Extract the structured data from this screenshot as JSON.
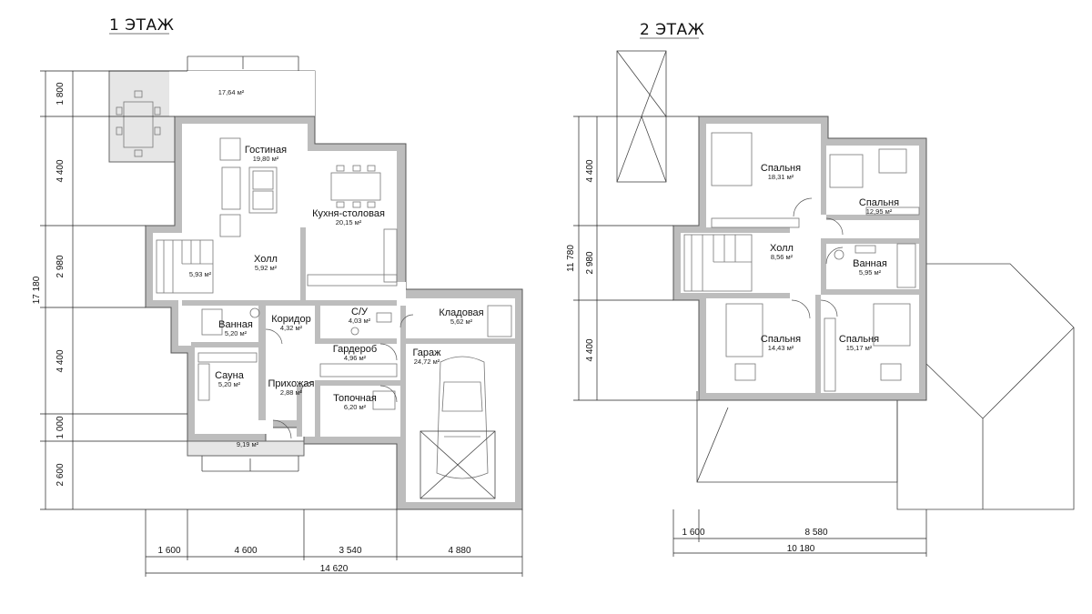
{
  "floors": [
    {
      "title": "1 ЭТАЖ",
      "rooms": [
        {
          "name": "",
          "area": "17,64 м²"
        },
        {
          "name": "Гостиная",
          "area": "19,80 м²"
        },
        {
          "name": "Кухня-столовая",
          "area": "20,15 м²"
        },
        {
          "name": "Холл",
          "area": "5,92 м²"
        },
        {
          "name": "",
          "area": "5,93 м²"
        },
        {
          "name": "Ванная",
          "area": "5,20 м²"
        },
        {
          "name": "Коридор",
          "area": "4,32 м²"
        },
        {
          "name": "С/У",
          "area": "4,03 м²"
        },
        {
          "name": "Кладовая",
          "area": "5,62 м²"
        },
        {
          "name": "Гардероб",
          "area": "4,96 м²"
        },
        {
          "name": "Гараж",
          "area": "24,72 м²"
        },
        {
          "name": "Сауна",
          "area": "5,20 м²"
        },
        {
          "name": "Прихожая",
          "area": "2,88 м²"
        },
        {
          "name": "Топочная",
          "area": "6,20 м²"
        },
        {
          "name": "",
          "area": "9,19 м²"
        }
      ],
      "dims_vertical": [
        "1 800",
        "4 400",
        "2 980",
        "4 400",
        "1 000",
        "2 600"
      ],
      "dim_total_vertical": "17 180",
      "dims_horizontal": [
        "1 600",
        "4 600",
        "3 540",
        "4 880"
      ],
      "dim_total_horizontal": "14 620"
    },
    {
      "title": "2 ЭТАЖ",
      "rooms": [
        {
          "name": "Спальня",
          "area": "18,31 м²"
        },
        {
          "name": "Спальня",
          "area": "12,95 м²"
        },
        {
          "name": "Холл",
          "area": "8,56 м²"
        },
        {
          "name": "Ванная",
          "area": "5,95 м²"
        },
        {
          "name": "Спальня",
          "area": "14,43 м²"
        },
        {
          "name": "Спальня",
          "area": "15,17 м²"
        }
      ],
      "dims_vertical": [
        "4 400",
        "2 980",
        "4 400"
      ],
      "dim_total_vertical": "11 780",
      "dims_horizontal": [
        "1 600",
        "8 580"
      ],
      "dim_total_horizontal": "10 180"
    }
  ]
}
